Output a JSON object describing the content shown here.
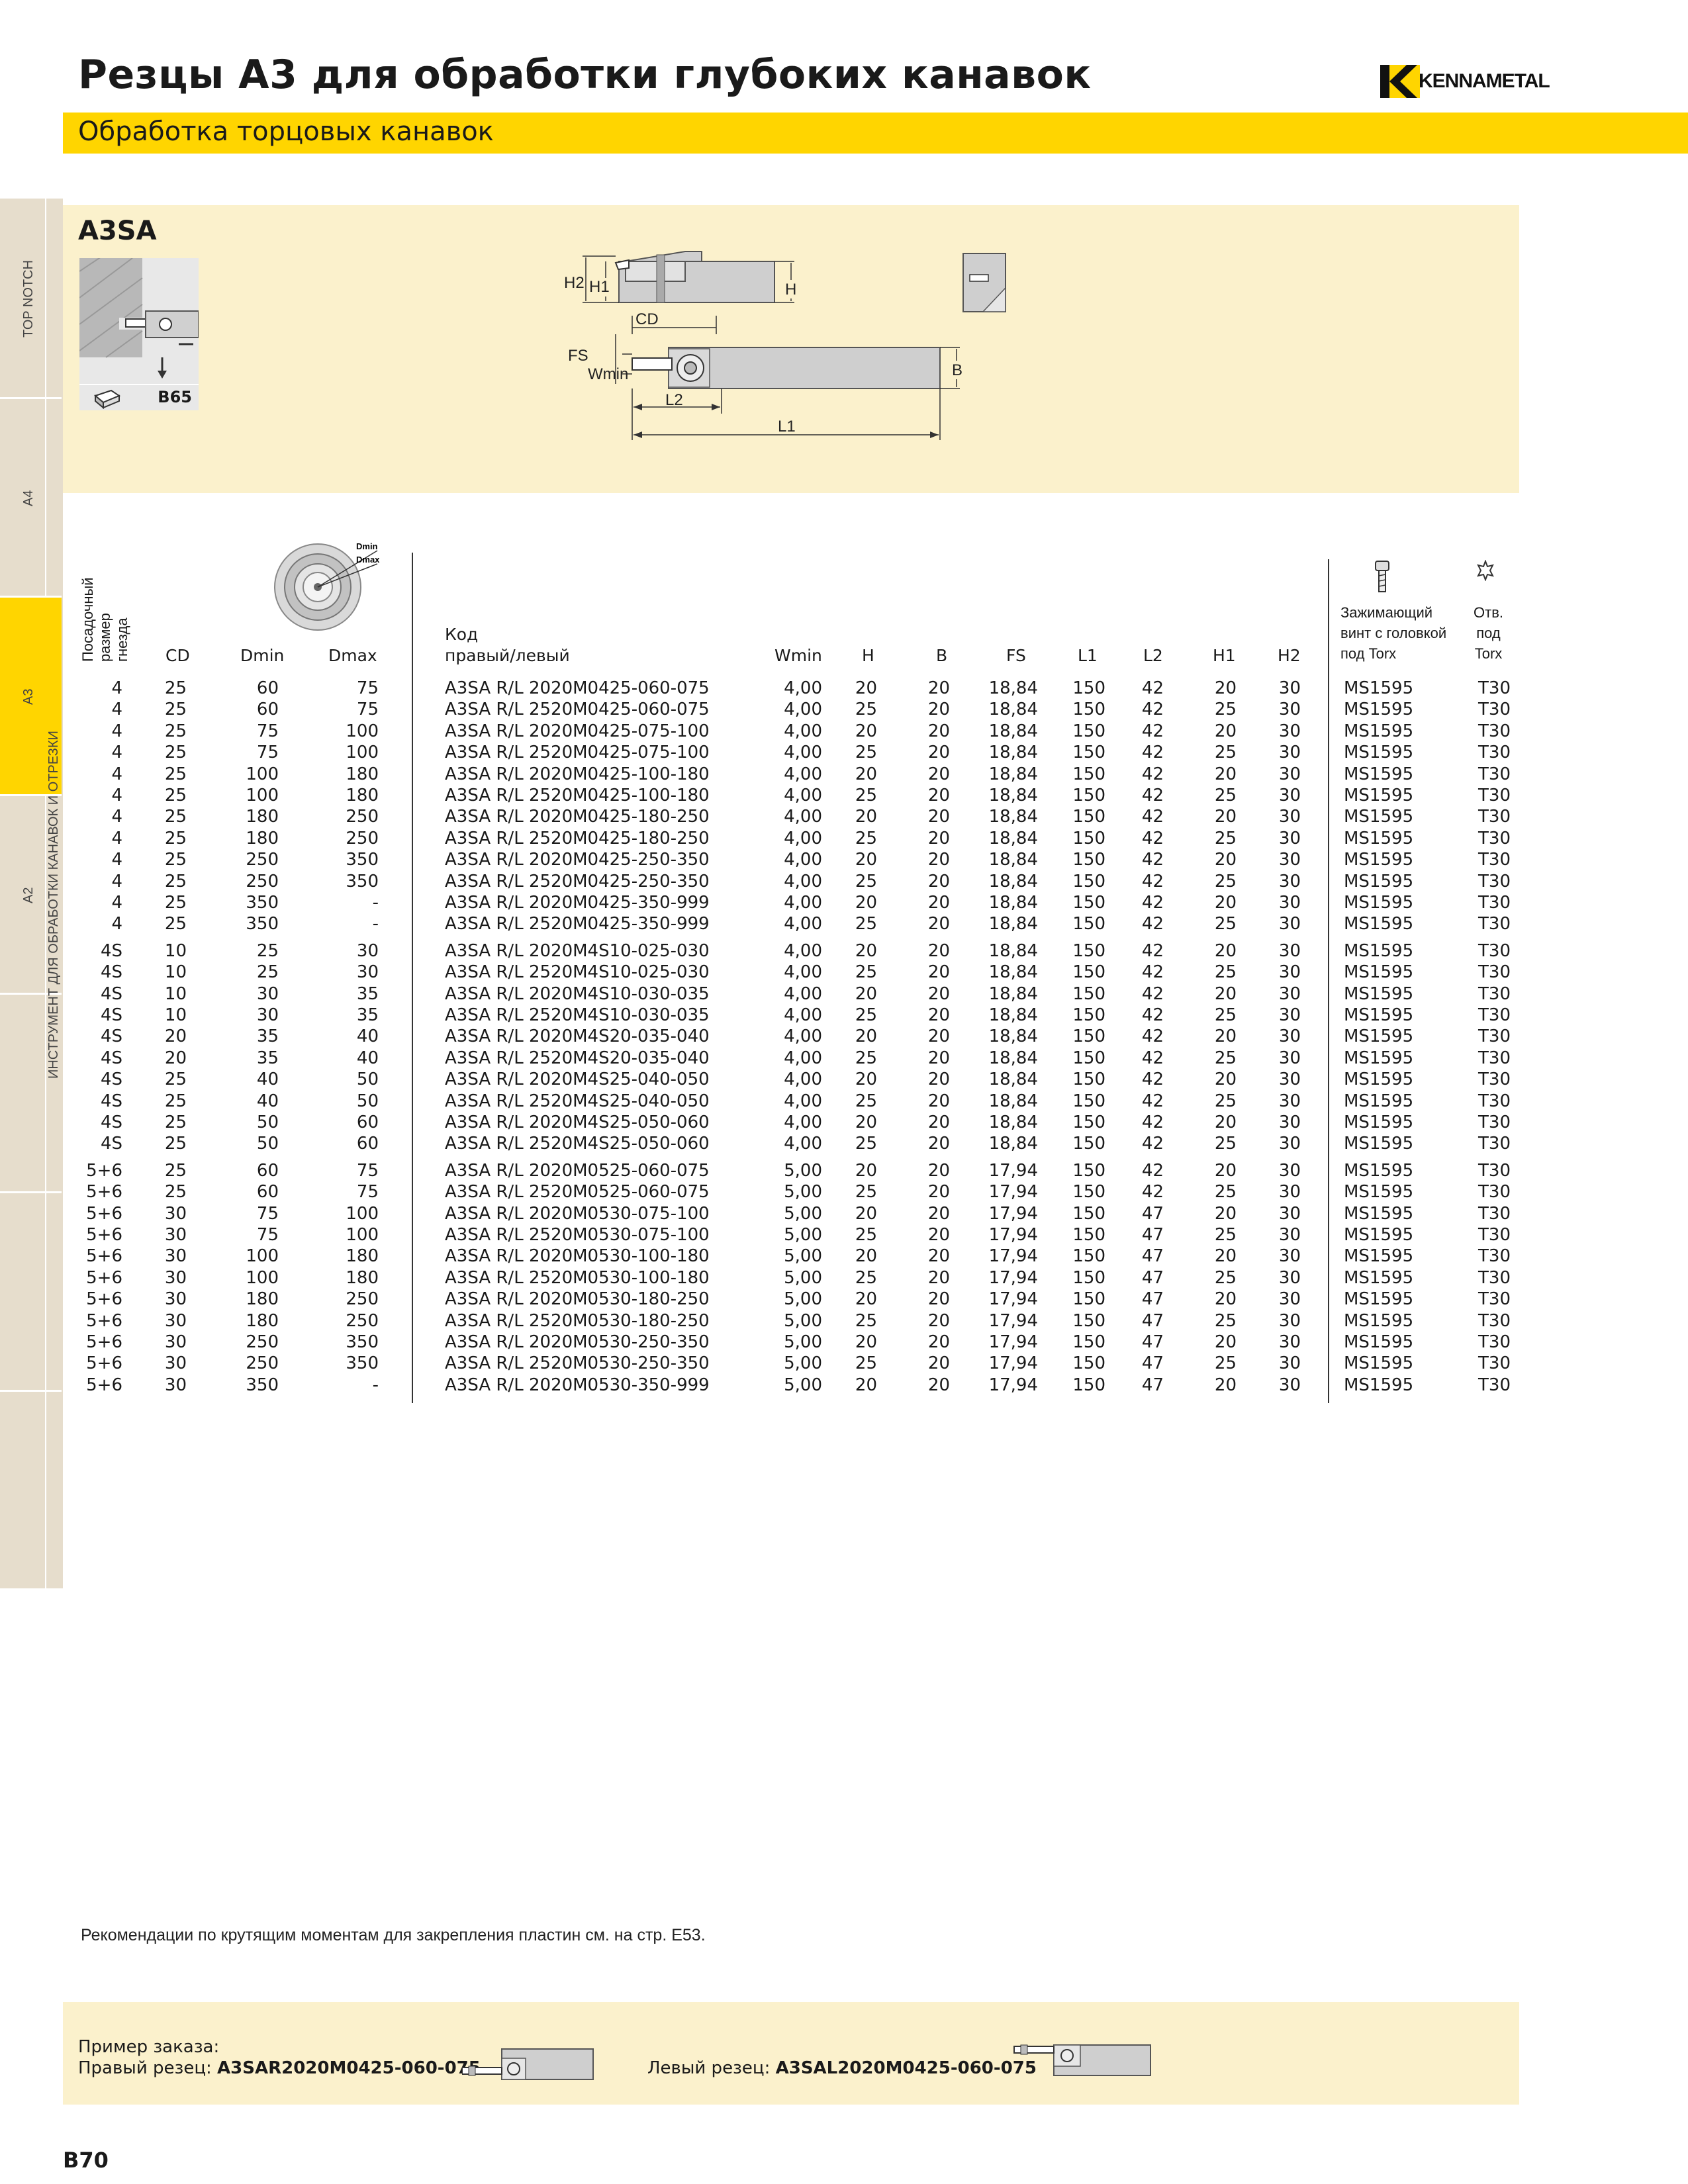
{
  "header": {
    "title": "Резцы A3 для обработки глубоких канавок",
    "subtitle": "Обработка торцовых канавок",
    "brand": "KENNAMETAL"
  },
  "sidebar": {
    "tabs": [
      {
        "label": "TOP NOTCH",
        "active": false
      },
      {
        "label": "A4",
        "active": false
      },
      {
        "label": "A3",
        "active": true
      },
      {
        "label": "A2",
        "active": false
      }
    ],
    "section_label": "ИНСТРУМЕНТ ДЛЯ ОБРАБОТКИ КАНАВОК И ОТРЕЗКИ"
  },
  "product": {
    "model": "A3SA",
    "insert_ref": "B65",
    "diagram_labels": {
      "h2": "H2",
      "h1": "H1",
      "h": "H",
      "cd": "CD",
      "fs": "FS",
      "wmin": "Wmin",
      "b": "B",
      "l2": "L2",
      "l1": "L1",
      "dmin": "Dmin",
      "dmax": "Dmax"
    }
  },
  "table": {
    "headers": {
      "seat_size": [
        "Посадочный",
        "размер",
        "гнезда"
      ],
      "cd": "CD",
      "dmin": "Dmin",
      "dmax": "Dmax",
      "code_title": "Код",
      "code_sub": "правый/левый",
      "wmin": "Wmin",
      "h": "H",
      "b": "B",
      "fs": "FS",
      "l1": "L1",
      "l2": "L2",
      "h1": "H1",
      "h2": "H2",
      "screw": [
        "Зажимающий",
        "винт с головкой",
        "под Torx"
      ],
      "torx": [
        "Отв.",
        "под",
        "Torx"
      ]
    },
    "groups": [
      [
        [
          "4",
          "25",
          "60",
          "75",
          "A3SA R/L 2020M0425-060-075",
          "4,00",
          "20",
          "20",
          "18,84",
          "150",
          "42",
          "20",
          "30",
          "MS1595",
          "T30"
        ],
        [
          "4",
          "25",
          "60",
          "75",
          "A3SA R/L 2520M0425-060-075",
          "4,00",
          "25",
          "20",
          "18,84",
          "150",
          "42",
          "25",
          "30",
          "MS1595",
          "T30"
        ],
        [
          "4",
          "25",
          "75",
          "100",
          "A3SA R/L 2020M0425-075-100",
          "4,00",
          "20",
          "20",
          "18,84",
          "150",
          "42",
          "20",
          "30",
          "MS1595",
          "T30"
        ],
        [
          "4",
          "25",
          "75",
          "100",
          "A3SA R/L 2520M0425-075-100",
          "4,00",
          "25",
          "20",
          "18,84",
          "150",
          "42",
          "25",
          "30",
          "MS1595",
          "T30"
        ],
        [
          "4",
          "25",
          "100",
          "180",
          "A3SA R/L 2020M0425-100-180",
          "4,00",
          "20",
          "20",
          "18,84",
          "150",
          "42",
          "20",
          "30",
          "MS1595",
          "T30"
        ],
        [
          "4",
          "25",
          "100",
          "180",
          "A3SA R/L 2520M0425-100-180",
          "4,00",
          "25",
          "20",
          "18,84",
          "150",
          "42",
          "25",
          "30",
          "MS1595",
          "T30"
        ],
        [
          "4",
          "25",
          "180",
          "250",
          "A3SA R/L 2020M0425-180-250",
          "4,00",
          "20",
          "20",
          "18,84",
          "150",
          "42",
          "20",
          "30",
          "MS1595",
          "T30"
        ],
        [
          "4",
          "25",
          "180",
          "250",
          "A3SA R/L 2520M0425-180-250",
          "4,00",
          "25",
          "20",
          "18,84",
          "150",
          "42",
          "25",
          "30",
          "MS1595",
          "T30"
        ],
        [
          "4",
          "25",
          "250",
          "350",
          "A3SA R/L 2020M0425-250-350",
          "4,00",
          "20",
          "20",
          "18,84",
          "150",
          "42",
          "20",
          "30",
          "MS1595",
          "T30"
        ],
        [
          "4",
          "25",
          "250",
          "350",
          "A3SA R/L 2520M0425-250-350",
          "4,00",
          "25",
          "20",
          "18,84",
          "150",
          "42",
          "25",
          "30",
          "MS1595",
          "T30"
        ],
        [
          "4",
          "25",
          "350",
          "-",
          "A3SA R/L 2020M0425-350-999",
          "4,00",
          "20",
          "20",
          "18,84",
          "150",
          "42",
          "20",
          "30",
          "MS1595",
          "T30"
        ],
        [
          "4",
          "25",
          "350",
          "-",
          "A3SA R/L 2520M0425-350-999",
          "4,00",
          "25",
          "20",
          "18,84",
          "150",
          "42",
          "25",
          "30",
          "MS1595",
          "T30"
        ]
      ],
      [
        [
          "4S",
          "10",
          "25",
          "30",
          "A3SA R/L 2020M4S10-025-030",
          "4,00",
          "20",
          "20",
          "18,84",
          "150",
          "42",
          "20",
          "30",
          "MS1595",
          "T30"
        ],
        [
          "4S",
          "10",
          "25",
          "30",
          "A3SA R/L 2520M4S10-025-030",
          "4,00",
          "25",
          "20",
          "18,84",
          "150",
          "42",
          "25",
          "30",
          "MS1595",
          "T30"
        ],
        [
          "4S",
          "10",
          "30",
          "35",
          "A3SA R/L 2020M4S10-030-035",
          "4,00",
          "20",
          "20",
          "18,84",
          "150",
          "42",
          "20",
          "30",
          "MS1595",
          "T30"
        ],
        [
          "4S",
          "10",
          "30",
          "35",
          "A3SA R/L 2520M4S10-030-035",
          "4,00",
          "25",
          "20",
          "18,84",
          "150",
          "42",
          "25",
          "30",
          "MS1595",
          "T30"
        ],
        [
          "4S",
          "20",
          "35",
          "40",
          "A3SA R/L 2020M4S20-035-040",
          "4,00",
          "20",
          "20",
          "18,84",
          "150",
          "42",
          "20",
          "30",
          "MS1595",
          "T30"
        ],
        [
          "4S",
          "20",
          "35",
          "40",
          "A3SA R/L 2520M4S20-035-040",
          "4,00",
          "25",
          "20",
          "18,84",
          "150",
          "42",
          "25",
          "30",
          "MS1595",
          "T30"
        ],
        [
          "4S",
          "25",
          "40",
          "50",
          "A3SA R/L 2020M4S25-040-050",
          "4,00",
          "20",
          "20",
          "18,84",
          "150",
          "42",
          "20",
          "30",
          "MS1595",
          "T30"
        ],
        [
          "4S",
          "25",
          "40",
          "50",
          "A3SA R/L 2520M4S25-040-050",
          "4,00",
          "25",
          "20",
          "18,84",
          "150",
          "42",
          "25",
          "30",
          "MS1595",
          "T30"
        ],
        [
          "4S",
          "25",
          "50",
          "60",
          "A3SA R/L 2020M4S25-050-060",
          "4,00",
          "20",
          "20",
          "18,84",
          "150",
          "42",
          "20",
          "30",
          "MS1595",
          "T30"
        ],
        [
          "4S",
          "25",
          "50",
          "60",
          "A3SA R/L 2520M4S25-050-060",
          "4,00",
          "25",
          "20",
          "18,84",
          "150",
          "42",
          "25",
          "30",
          "MS1595",
          "T30"
        ]
      ],
      [
        [
          "5+6",
          "25",
          "60",
          "75",
          "A3SA R/L 2020M0525-060-075",
          "5,00",
          "20",
          "20",
          "17,94",
          "150",
          "42",
          "20",
          "30",
          "MS1595",
          "T30"
        ],
        [
          "5+6",
          "25",
          "60",
          "75",
          "A3SA R/L 2520M0525-060-075",
          "5,00",
          "25",
          "20",
          "17,94",
          "150",
          "42",
          "25",
          "30",
          "MS1595",
          "T30"
        ],
        [
          "5+6",
          "30",
          "75",
          "100",
          "A3SA R/L 2020M0530-075-100",
          "5,00",
          "20",
          "20",
          "17,94",
          "150",
          "47",
          "20",
          "30",
          "MS1595",
          "T30"
        ],
        [
          "5+6",
          "30",
          "75",
          "100",
          "A3SA R/L 2520M0530-075-100",
          "5,00",
          "25",
          "20",
          "17,94",
          "150",
          "47",
          "25",
          "30",
          "MS1595",
          "T30"
        ],
        [
          "5+6",
          "30",
          "100",
          "180",
          "A3SA R/L 2020M0530-100-180",
          "5,00",
          "20",
          "20",
          "17,94",
          "150",
          "47",
          "20",
          "30",
          "MS1595",
          "T30"
        ],
        [
          "5+6",
          "30",
          "100",
          "180",
          "A3SA R/L 2520M0530-100-180",
          "5,00",
          "25",
          "20",
          "17,94",
          "150",
          "47",
          "25",
          "30",
          "MS1595",
          "T30"
        ],
        [
          "5+6",
          "30",
          "180",
          "250",
          "A3SA R/L 2020M0530-180-250",
          "5,00",
          "20",
          "20",
          "17,94",
          "150",
          "47",
          "20",
          "30",
          "MS1595",
          "T30"
        ],
        [
          "5+6",
          "30",
          "180",
          "250",
          "A3SA R/L 2520M0530-180-250",
          "5,00",
          "25",
          "20",
          "17,94",
          "150",
          "47",
          "25",
          "30",
          "MS1595",
          "T30"
        ],
        [
          "5+6",
          "30",
          "250",
          "350",
          "A3SA R/L 2020M0530-250-350",
          "5,00",
          "20",
          "20",
          "17,94",
          "150",
          "47",
          "20",
          "30",
          "MS1595",
          "T30"
        ],
        [
          "5+6",
          "30",
          "250",
          "350",
          "A3SA R/L 2520M0530-250-350",
          "5,00",
          "25",
          "20",
          "17,94",
          "150",
          "47",
          "25",
          "30",
          "MS1595",
          "T30"
        ],
        [
          "5+6",
          "30",
          "350",
          "-",
          "A3SA R/L 2020M0530-350-999",
          "5,00",
          "20",
          "20",
          "17,94",
          "150",
          "47",
          "20",
          "30",
          "MS1595",
          "T30"
        ]
      ]
    ]
  },
  "footnote": "Рекомендации по крутящим моментам для закрепления пластин см. на стр. E53.",
  "order_example": {
    "title": "Пример заказа:",
    "right_label": "Правый резец: ",
    "right_code": "A3SAR2020M0425-060-075",
    "left_label": "Левый резец: ",
    "left_code": "A3SAL2020M0425-060-075"
  },
  "page_number": "B70"
}
